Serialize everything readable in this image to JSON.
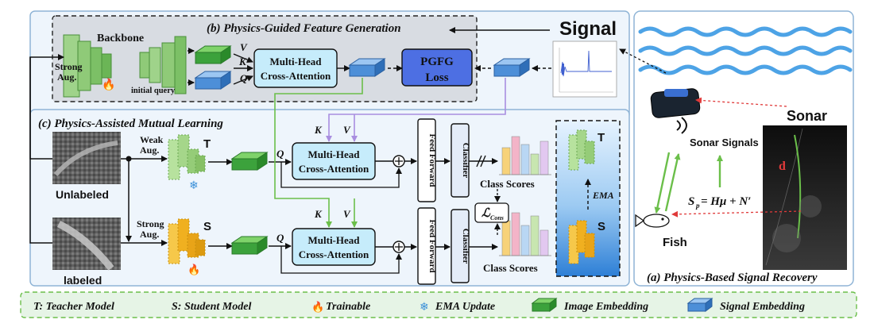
{
  "panels": {
    "b_title": "(b) Physics-Guided Feature Generation",
    "c_title": "(c) Physics-Assisted Mutual Learning",
    "a_title": "(a) Physics-Based Signal Recovery"
  },
  "top": {
    "backbone": "Backbone",
    "strong_aug_1": "Strong",
    "strong_aug_2": "Aug.",
    "initial_query": "initial query",
    "v": "V",
    "k": "K",
    "q": "Q",
    "mhca_1": "Multi-Head",
    "mhca_2": "Cross-Attention",
    "pgfg_1": "PGFG",
    "pgfg_2": "Loss",
    "signal": "Signal"
  },
  "middle": {
    "unlabeled": "Unlabeled",
    "labeled": "labeled",
    "weak_1": "Weak",
    "weak_2": "Aug.",
    "strong_1": "Strong",
    "strong_2": "Aug.",
    "teacher_letter": "T",
    "student_letter": "S",
    "k": "K",
    "v": "V",
    "q": "Q",
    "mhca_1": "Multi-Head",
    "mhca_2": "Cross-Attention",
    "feed_forward": "Feed Forward",
    "classifier": "Classifier",
    "class_scores": "Class Scores",
    "cons_label": "ℒ",
    "cons_sub": "Cons",
    "ema": "EMA"
  },
  "right": {
    "sonar": "Sonar",
    "sonar_signals": "Sonar Signals",
    "fish": "Fish",
    "equation": "S",
    "equation_sub": "p",
    "equation_rest": " = Hμ + N′",
    "d_label": "d"
  },
  "legend": {
    "teacher": "T: Teacher Model",
    "student": "S: Student Model",
    "trainable": "Trainable",
    "ema_update": "EMA Update",
    "image_embedding": "Image Embedding",
    "signal_embedding": "Signal Embedding"
  },
  "colors": {
    "panel_bg": "#eef5fc",
    "panel_border": "#8fb4d6",
    "attention_fill": "#c6ecfb",
    "pgfg_fill": "#4d6fe3",
    "green_embed": "#3ca23c",
    "blue_embed": "#4d8fd8",
    "teacher_green": "#a5d68a",
    "student_orange": "#f0b020",
    "legend_bg": "#e6f4e6"
  }
}
